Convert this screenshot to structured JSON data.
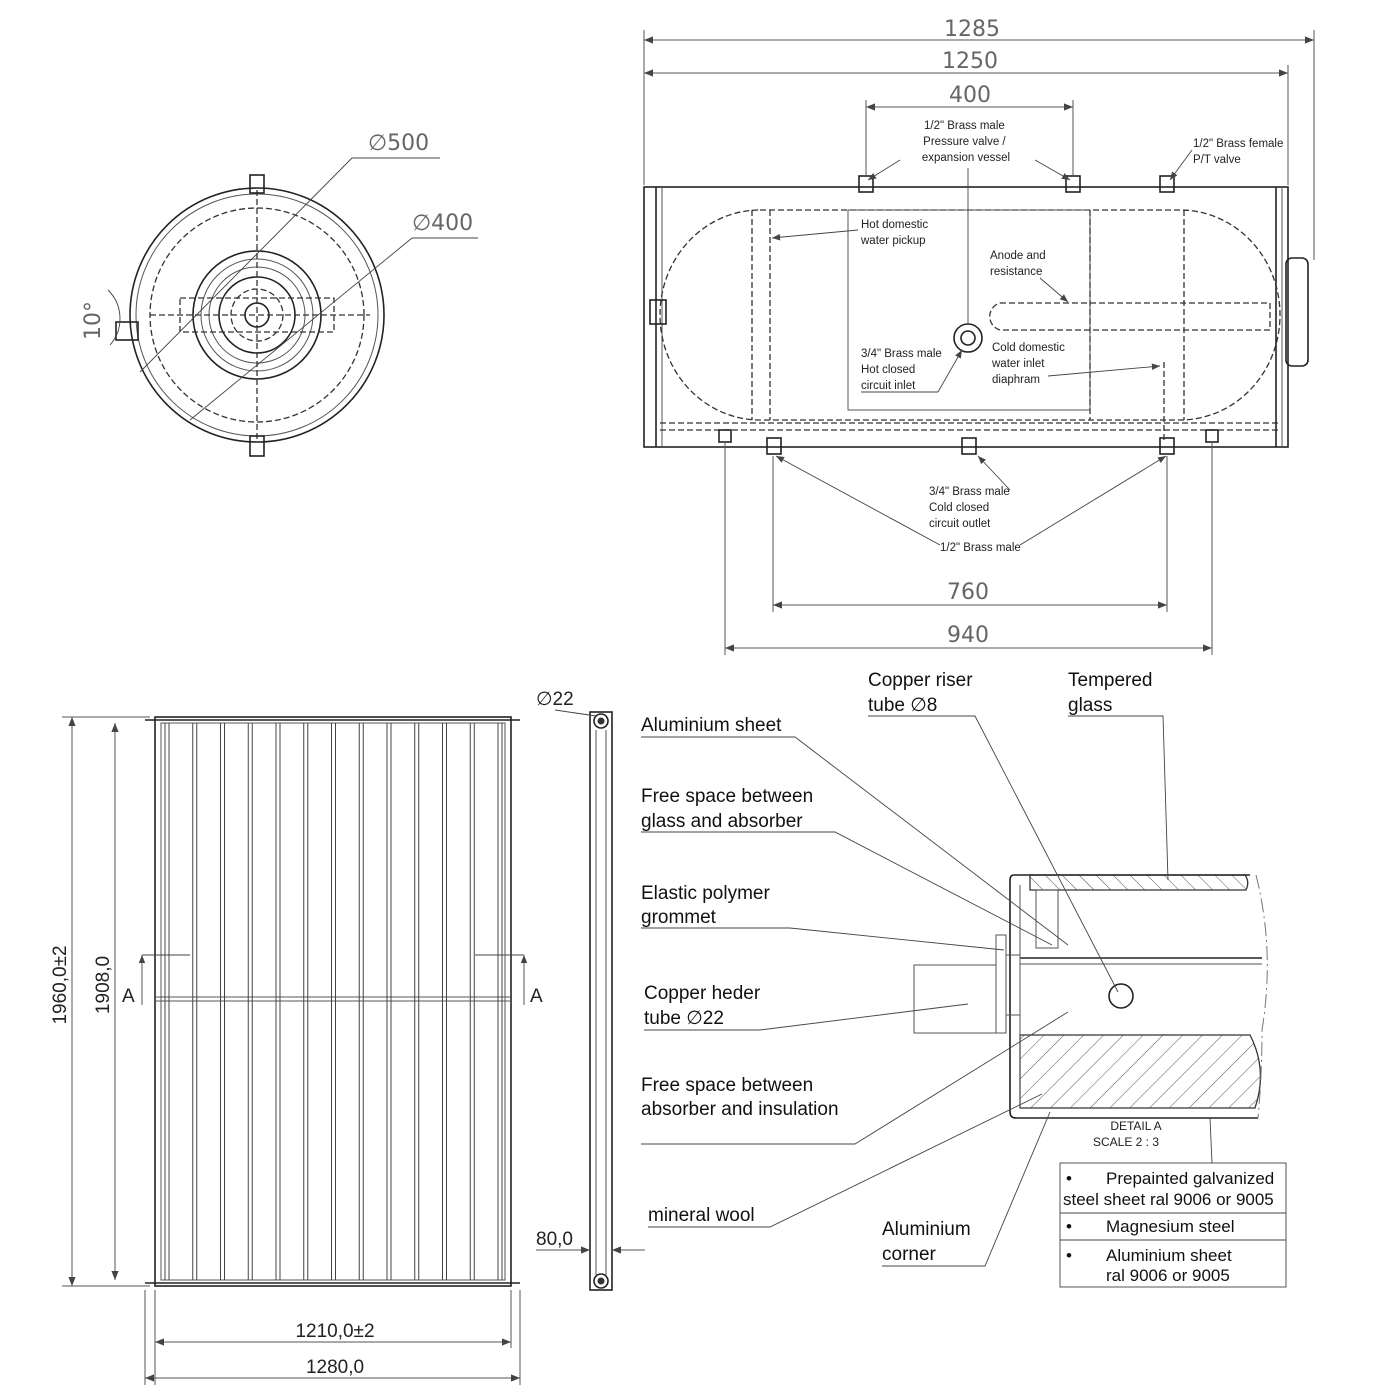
{
  "top_view": {
    "outer_diameter": "∅500",
    "inner_diameter": "∅400",
    "angle": "10°"
  },
  "side_view": {
    "dim_overall": "1285",
    "dim_length": "1250",
    "dim_top": "400",
    "dim_bottom_inner": "760",
    "dim_bottom_outer": "940",
    "callouts": {
      "pressure_valve": [
        "1/2\" Brass male",
        "Pressure valve /",
        "expansion vessel"
      ],
      "pt_valve": [
        "1/2\" Brass female",
        "P/T valve"
      ],
      "hot_pickup": [
        "Hot domestic",
        "water pickup"
      ],
      "anode": [
        "Anode and",
        "resistance"
      ],
      "hot_inlet": [
        "3/4\" Brass male",
        "Hot closed",
        "circuit inlet"
      ],
      "cold_inlet": [
        "Cold domestic",
        "water inlet",
        "diaphram"
      ],
      "cold_outlet": [
        "3/4\" Brass male",
        "Cold closed",
        "circuit outlet"
      ],
      "brass_male_bottom": "1/2\" Brass male"
    }
  },
  "panel_view": {
    "height_total": "1960,0±2",
    "height_inner": "1908,0",
    "width_inner": "1210,0±2",
    "width_total": "1280,0",
    "section_label": "A",
    "header_diameter": "∅22",
    "depth": "80,0"
  },
  "detail": {
    "title": "DETAIL A",
    "scale": "SCALE 2 : 3",
    "labels": {
      "aluminium_sheet": "Aluminium sheet",
      "free_space_glass": [
        "Free space between",
        "glass and absorber"
      ],
      "grommet": [
        "Elastic polymer",
        "grommet"
      ],
      "header_tube": [
        "Copper heder",
        "tube ∅22"
      ],
      "free_space_insulation": [
        "Free space between",
        "absorber and insulation"
      ],
      "mineral_wool": "mineral wool",
      "riser_tube": [
        "Copper riser",
        "tube ∅8"
      ],
      "tempered_glass": [
        "Tempered",
        "glass"
      ],
      "aluminium_corner": [
        "Aluminium",
        "corner"
      ]
    },
    "legend": [
      [
        "Prepainted galvanized",
        "steel sheet ral 9006 or 9005"
      ],
      [
        "Magnesium steel"
      ],
      [
        "Aluminium sheet",
        "ral 9006 or 9005"
      ]
    ],
    "bullet": "•"
  }
}
